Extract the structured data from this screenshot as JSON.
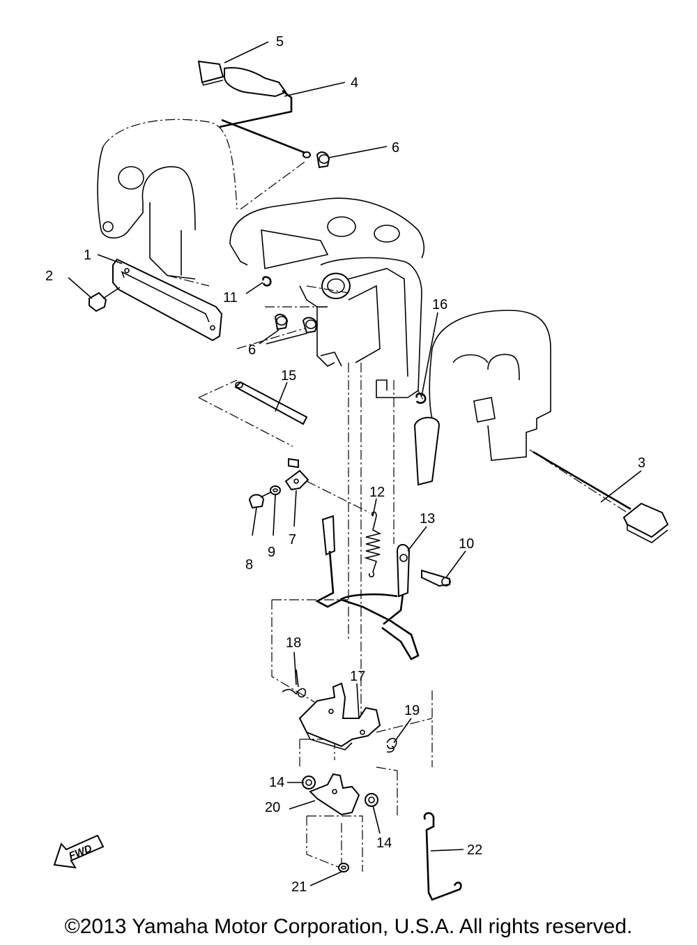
{
  "labels": {
    "p1": "1",
    "p2": "2",
    "p3": "3",
    "p4": "4",
    "p5": "5",
    "p6a": "6",
    "p6b": "6",
    "p7": "7",
    "p8": "8",
    "p9": "9",
    "p10": "10",
    "p11": "11",
    "p12": "12",
    "p13": "13",
    "p14a": "14",
    "p14b": "14",
    "p15": "15",
    "p16": "16",
    "p17": "17",
    "p18": "18",
    "p19": "19",
    "p20": "20",
    "p21": "21",
    "p22": "22"
  },
  "fwd_label": "FWD",
  "copyright": "©2013 Yamaha Motor Corporation, U.S.A. All rights reserved."
}
